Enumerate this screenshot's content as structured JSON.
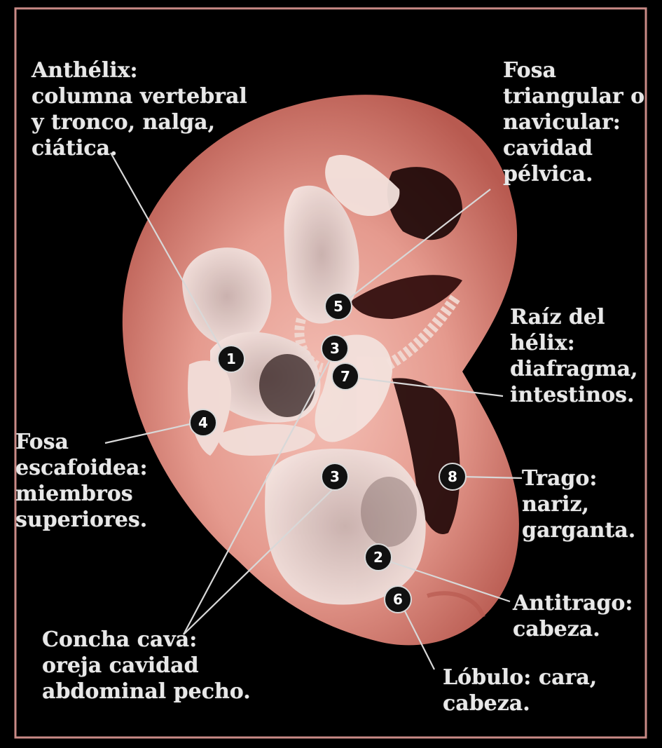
{
  "labels": {
    "antihelix": [
      "Anthélix:",
      "columna vertebral",
      "y tronco, nalga,",
      "ciática."
    ],
    "fosa_triangular": [
      "Fosa",
      "triangular o",
      "navicular:",
      "cavidad",
      "pélvica."
    ],
    "raiz_helix": [
      "Raíz del",
      "hélix:",
      "diafragma,",
      "intestinos."
    ],
    "fosa_escafoidea": [
      "Fosa",
      "escafoidea:",
      "miembros",
      "superiores."
    ],
    "trago": [
      "Trago:",
      "nariz,",
      "garganta."
    ],
    "antitrago": [
      "Antitrago:",
      "cabeza."
    ],
    "concha": [
      "Concha cava:",
      "oreja cavidad",
      "abdominal pecho."
    ],
    "lobulo": [
      "Lóbulo: cara,",
      "cabeza."
    ]
  },
  "markers": {
    "m1": "1",
    "m2": "2",
    "m3a": "3",
    "m3b": "3",
    "m4": "4",
    "m5": "5",
    "m6": "6",
    "m7": "7",
    "m8": "8"
  },
  "colors": {
    "background": "#000000",
    "frame": "#c98a86",
    "ear_outer": "#c96a60",
    "ear_inner": "#f0b8ad",
    "shadow": "#1a0606",
    "fetus": "#f6e6e2"
  }
}
